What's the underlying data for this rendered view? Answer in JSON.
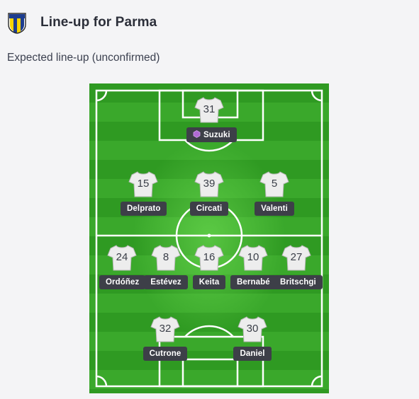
{
  "header": {
    "title": "Line-up for Parma",
    "crest_icon": "parma-crest-icon"
  },
  "subtitle": "Expected line-up (unconfirmed)",
  "colors": {
    "pitch_dark": "#2f9a22",
    "pitch_light": "#3aa82b",
    "nameplate": "#3d3f48",
    "crest_yellow": "#f5d300",
    "crest_blue": "#1d3d8f"
  },
  "lineup": {
    "goalkeeper": [
      {
        "number": "31",
        "name": "Suzuki",
        "badge_icon": "gem-icon"
      }
    ],
    "defenders": [
      {
        "number": "15",
        "name": "Delprato"
      },
      {
        "number": "39",
        "name": "Circati"
      },
      {
        "number": "5",
        "name": "Valenti"
      }
    ],
    "midfielders": [
      {
        "number": "24",
        "name": "Ordóñez"
      },
      {
        "number": "8",
        "name": "Estévez"
      },
      {
        "number": "16",
        "name": "Keita"
      },
      {
        "number": "10",
        "name": "Bernabé"
      },
      {
        "number": "27",
        "name": "Britschgi"
      }
    ],
    "forwards": [
      {
        "number": "32",
        "name": "Cutrone"
      },
      {
        "number": "30",
        "name": "Daniel"
      }
    ]
  }
}
